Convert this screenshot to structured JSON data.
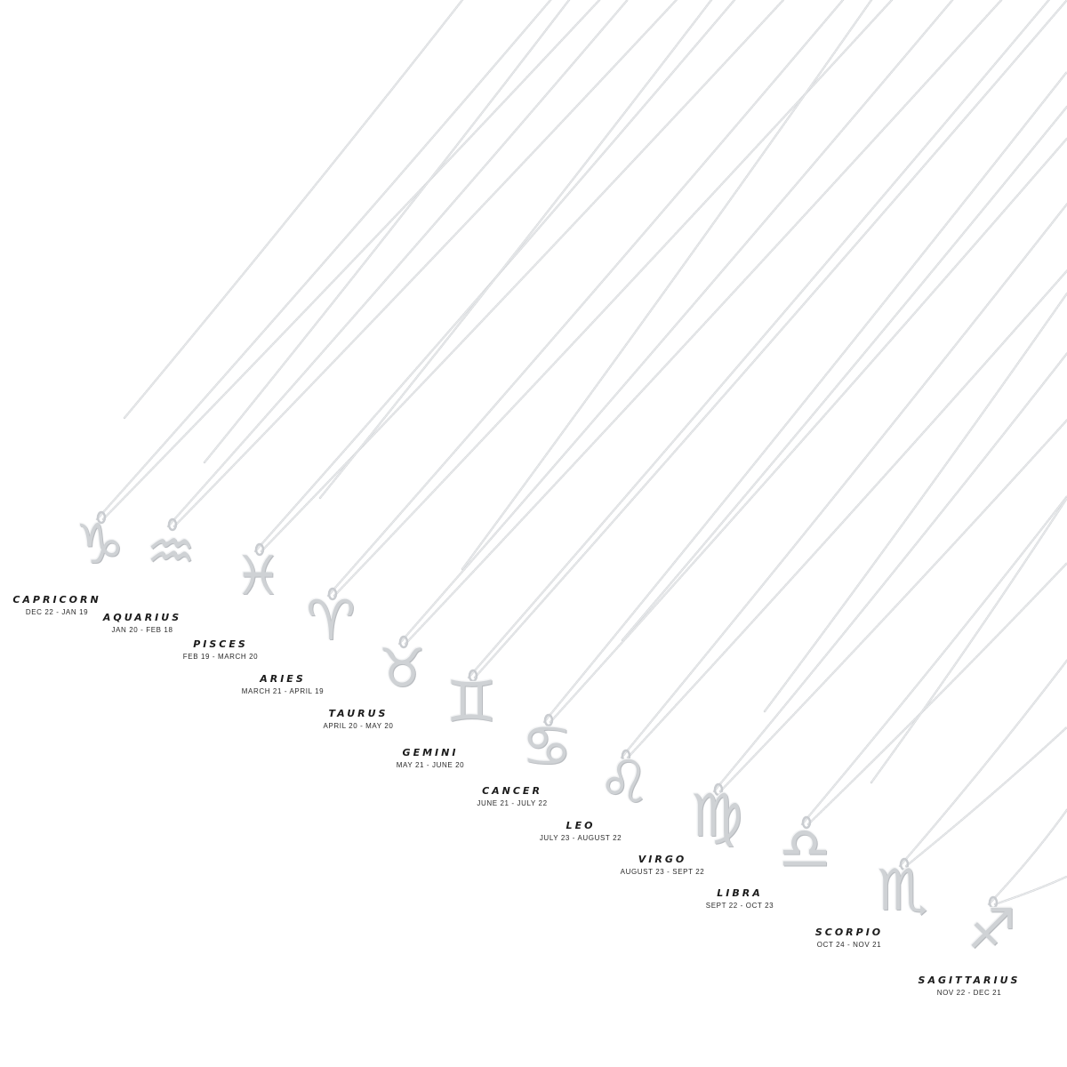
{
  "colors": {
    "background": "#ffffff",
    "chain": "#d6d8db",
    "chain_highlight": "#eef0f1",
    "pendant": "#cfd2d5",
    "label_text": "#1b1b1b"
  },
  "signs": [
    {
      "name": "CAPRICORN",
      "dates": "DEC 22 - JAN 19",
      "glyph": "♑︎",
      "icon": "capricorn-glyph-pendant"
    },
    {
      "name": "AQUARIUS",
      "dates": "JAN 20 - FEB 18",
      "glyph": "♒︎",
      "icon": "aquarius-glyph-pendant"
    },
    {
      "name": "PISCES",
      "dates": "FEB 19 - MARCH 20",
      "glyph": "♓︎",
      "icon": "pisces-glyph-pendant"
    },
    {
      "name": "ARIES",
      "dates": "MARCH 21 - APRIL 19",
      "glyph": "♈︎",
      "icon": "aries-glyph-pendant"
    },
    {
      "name": "TAURUS",
      "dates": "APRIL 20 - MAY 20",
      "glyph": "♉︎",
      "icon": "taurus-glyph-pendant"
    },
    {
      "name": "GEMINI",
      "dates": "MAY 21 - JUNE 20",
      "glyph": "♊︎",
      "icon": "gemini-glyph-pendant"
    },
    {
      "name": "CANCER",
      "dates": "JUNE 21 - JULY 22",
      "glyph": "♋︎",
      "icon": "cancer-glyph-pendant"
    },
    {
      "name": "LEO",
      "dates": "JULY 23 - AUGUST 22",
      "glyph": "♌︎",
      "icon": "leo-glyph-pendant"
    },
    {
      "name": "VIRGO",
      "dates": "AUGUST 23 - SEPT 22",
      "glyph": "♍︎",
      "icon": "virgo-glyph-pendant"
    },
    {
      "name": "LIBRA",
      "dates": "SEPT 22 - OCT 23",
      "glyph": "♎︎",
      "icon": "libra-glyph-pendant"
    },
    {
      "name": "SCORPIO",
      "dates": "OCT 24 - NOV 21",
      "glyph": "♏︎",
      "icon": "scorpio-glyph-pendant"
    },
    {
      "name": "SAGITTARIUS",
      "dates": "NOV 22 - DEC 21",
      "glyph": "♐︎",
      "icon": "sagittarius-glyph-pendant"
    }
  ]
}
